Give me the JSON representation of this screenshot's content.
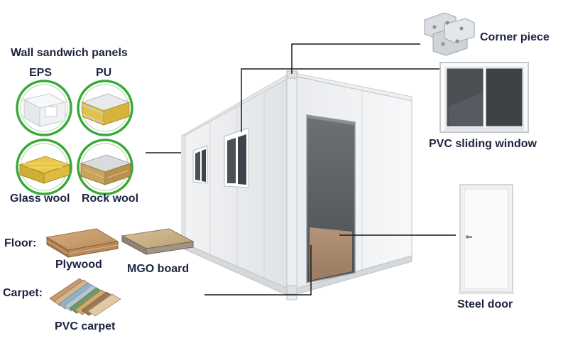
{
  "labels": {
    "wall_panels_heading": "Wall sandwich panels",
    "eps": "EPS",
    "pu": "PU",
    "glass_wool": "Glass wool",
    "rock_wool": "Rock wool",
    "floor": "Floor:",
    "plywood": "Plywood",
    "mgo_board": "MGO board",
    "carpet": "Carpet:",
    "pvc_carpet": "PVC carpet",
    "corner_piece": "Corner piece",
    "pvc_sliding_window": "PVC sliding window",
    "steel_door": "Steel door"
  },
  "colors": {
    "ring_green": "#3aa93a",
    "panel_white": "#f4f5f6",
    "pu_foam": "#e2c24a",
    "wool_yellow": "#e8c84a",
    "rock_wool": "#c9a45f",
    "plywood": "#c79b6a",
    "mgo": "#cdb58a",
    "leader_line": "#1a1a1a",
    "label_text": "#1c2340"
  }
}
